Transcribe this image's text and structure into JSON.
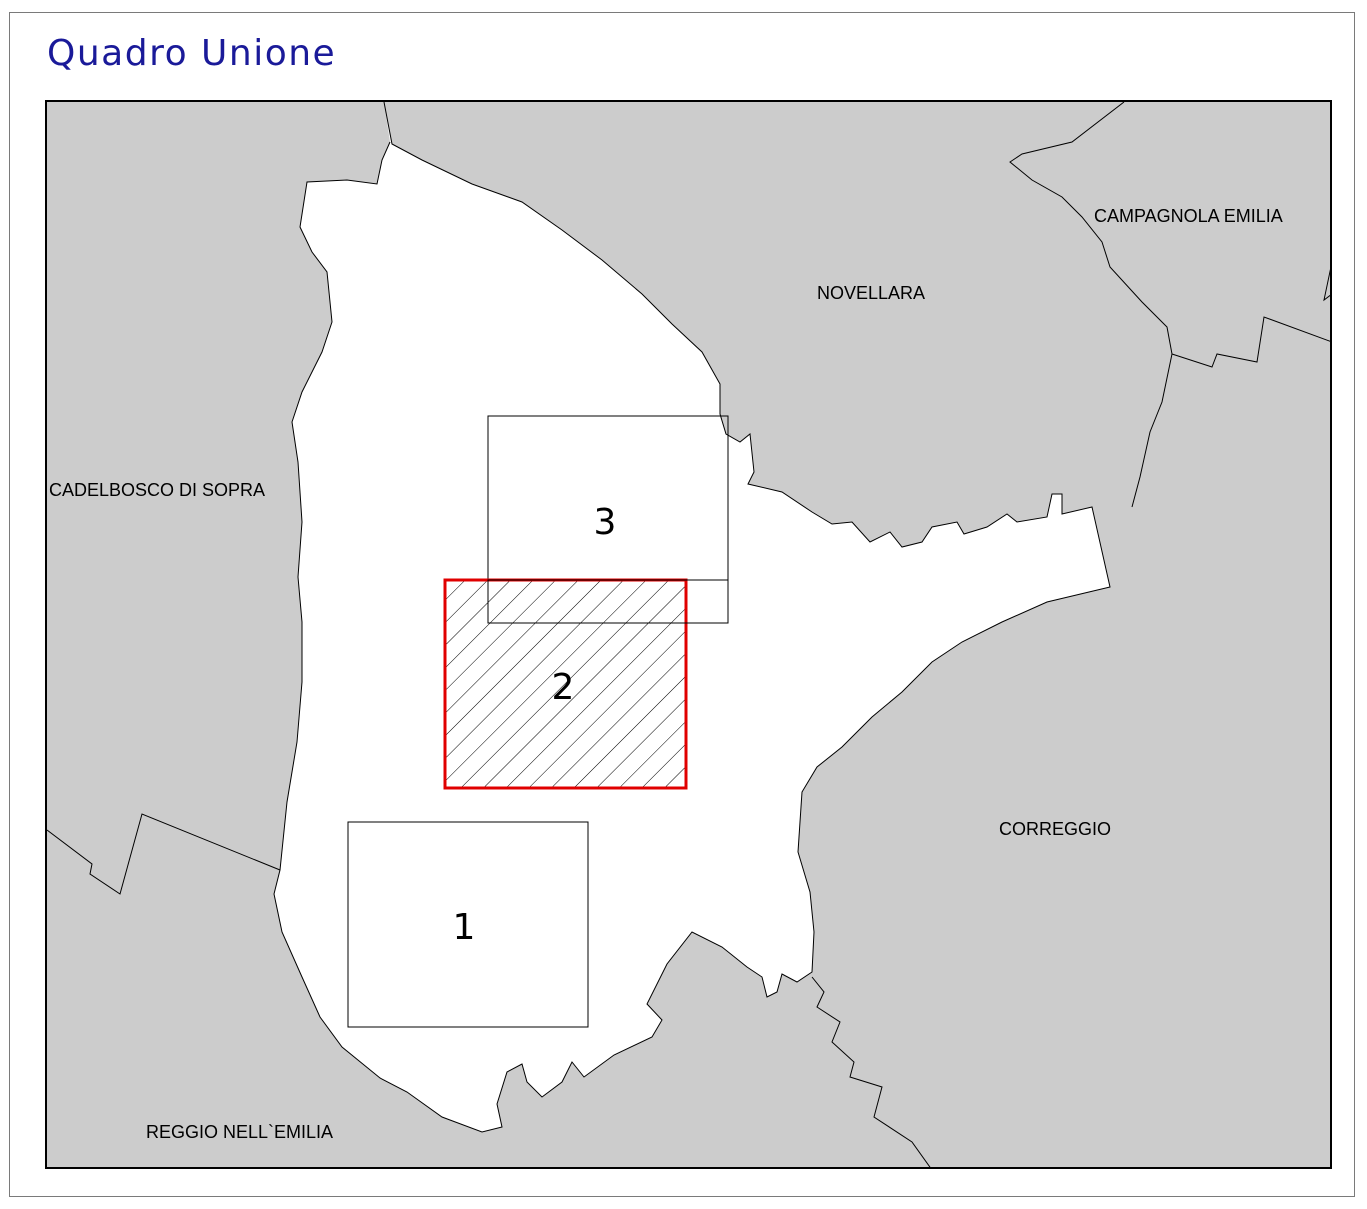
{
  "title": "Quadro Unione",
  "colors": {
    "title": "#1a1a99",
    "neighbor_fill": "#cccccc",
    "territory_fill": "#ffffff",
    "selected_outline": "#e00000",
    "border": "#000000"
  },
  "map": {
    "neighbors": [
      {
        "name": "CADELBOSCO DI SOPRA"
      },
      {
        "name": "NOVELLARA"
      },
      {
        "name": "CAMPAGNOLA EMILIA"
      },
      {
        "name": "CORREGGIO"
      },
      {
        "name": "REGGIO NELL`EMILIA"
      }
    ],
    "sheets": [
      {
        "number": "1",
        "selected": false
      },
      {
        "number": "2",
        "selected": true
      },
      {
        "number": "3",
        "selected": false
      }
    ]
  }
}
